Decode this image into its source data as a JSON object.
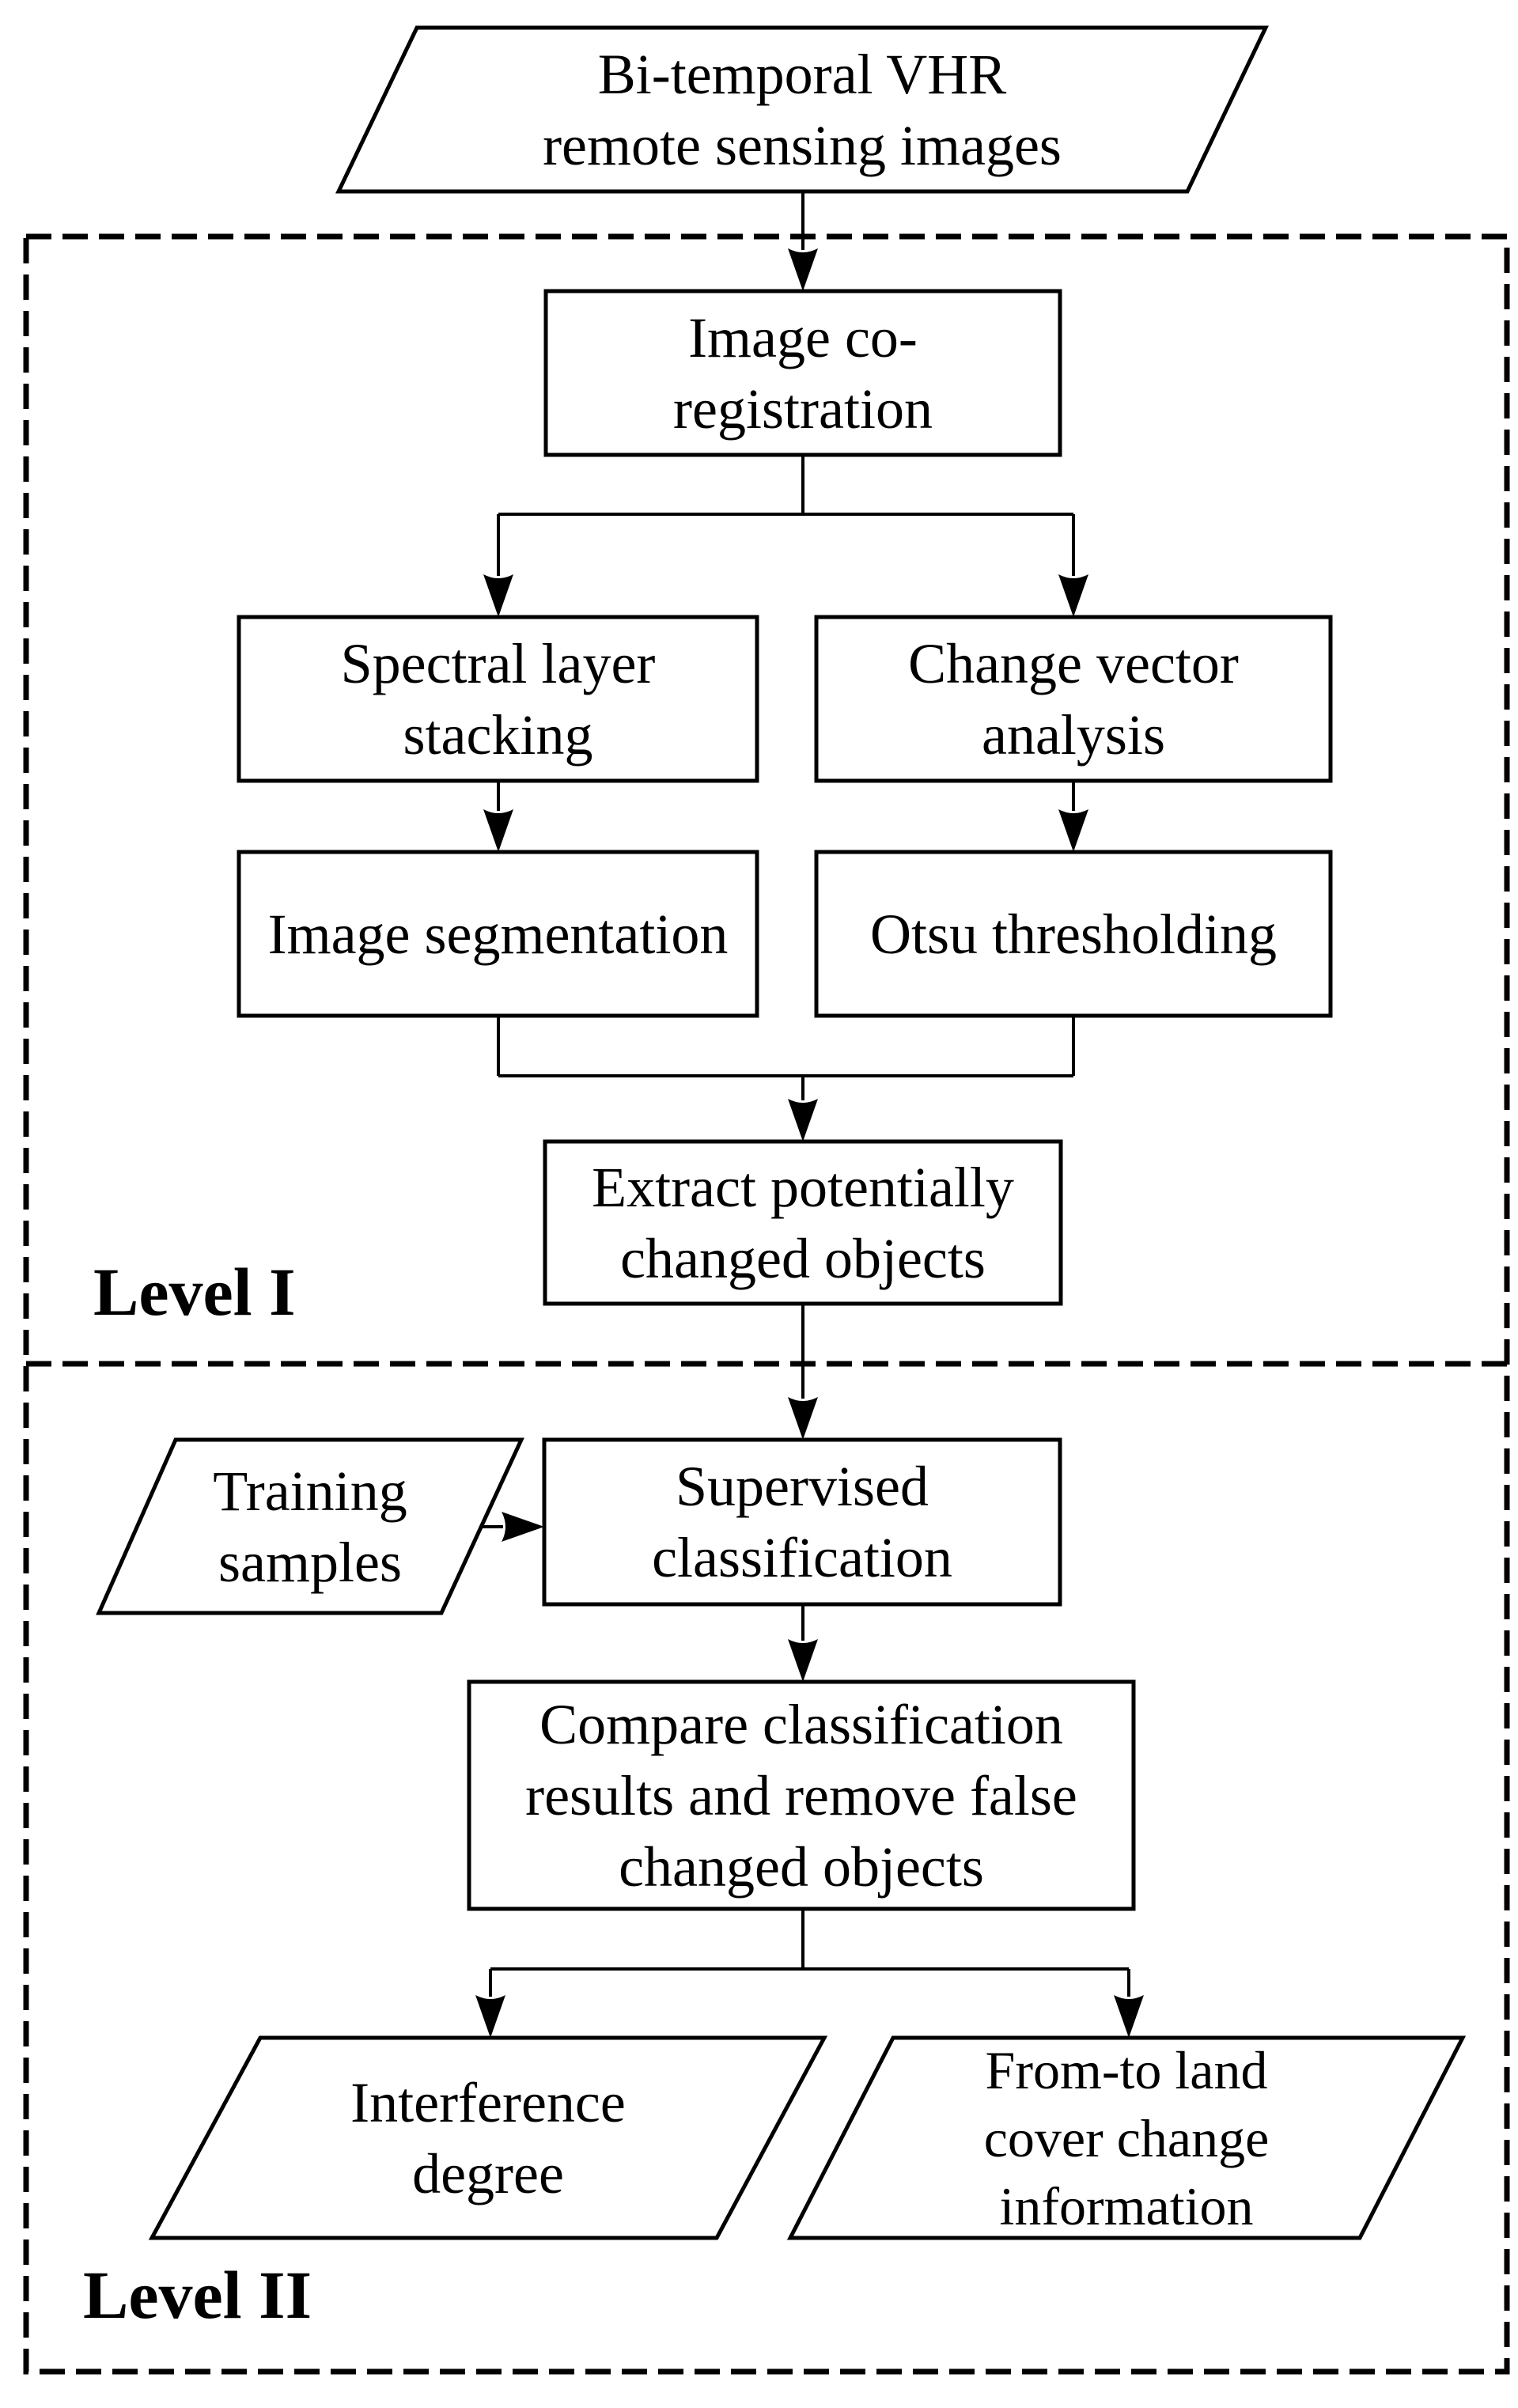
{
  "colors": {
    "stroke": "#000000",
    "background": "#ffffff"
  },
  "nodes": {
    "bitemporal": {
      "shape": "parallelogram",
      "lines": [
        "Bi-temporal VHR",
        "remote sensing images"
      ]
    },
    "coreg": {
      "shape": "rectangle",
      "lines": [
        "Image co-",
        "registration"
      ]
    },
    "spectral": {
      "shape": "rectangle",
      "lines": [
        "Spectral layer",
        "stacking"
      ]
    },
    "cva": {
      "shape": "rectangle",
      "lines": [
        "Change vector",
        "analysis"
      ]
    },
    "segmentation": {
      "shape": "rectangle",
      "lines": [
        "Image segmentation"
      ]
    },
    "otsu": {
      "shape": "rectangle",
      "lines": [
        "Otsu thresholding"
      ]
    },
    "extract": {
      "shape": "rectangle",
      "lines": [
        "Extract potentially",
        "changed objects"
      ]
    },
    "training": {
      "shape": "parallelogram",
      "lines": [
        "Training",
        "samples"
      ]
    },
    "supervised": {
      "shape": "rectangle",
      "lines": [
        "Supervised",
        "classification"
      ]
    },
    "compare": {
      "shape": "rectangle",
      "lines": [
        "Compare classification",
        "results and remove false",
        "changed objects"
      ]
    },
    "interference": {
      "shape": "parallelogram",
      "lines": [
        "Interference",
        "degree"
      ]
    },
    "fromto": {
      "shape": "parallelogram",
      "lines": [
        "From-to land",
        "cover change",
        "information"
      ]
    }
  },
  "zones": {
    "level1": {
      "label": "Level I"
    },
    "level2": {
      "label": "Level II"
    }
  }
}
